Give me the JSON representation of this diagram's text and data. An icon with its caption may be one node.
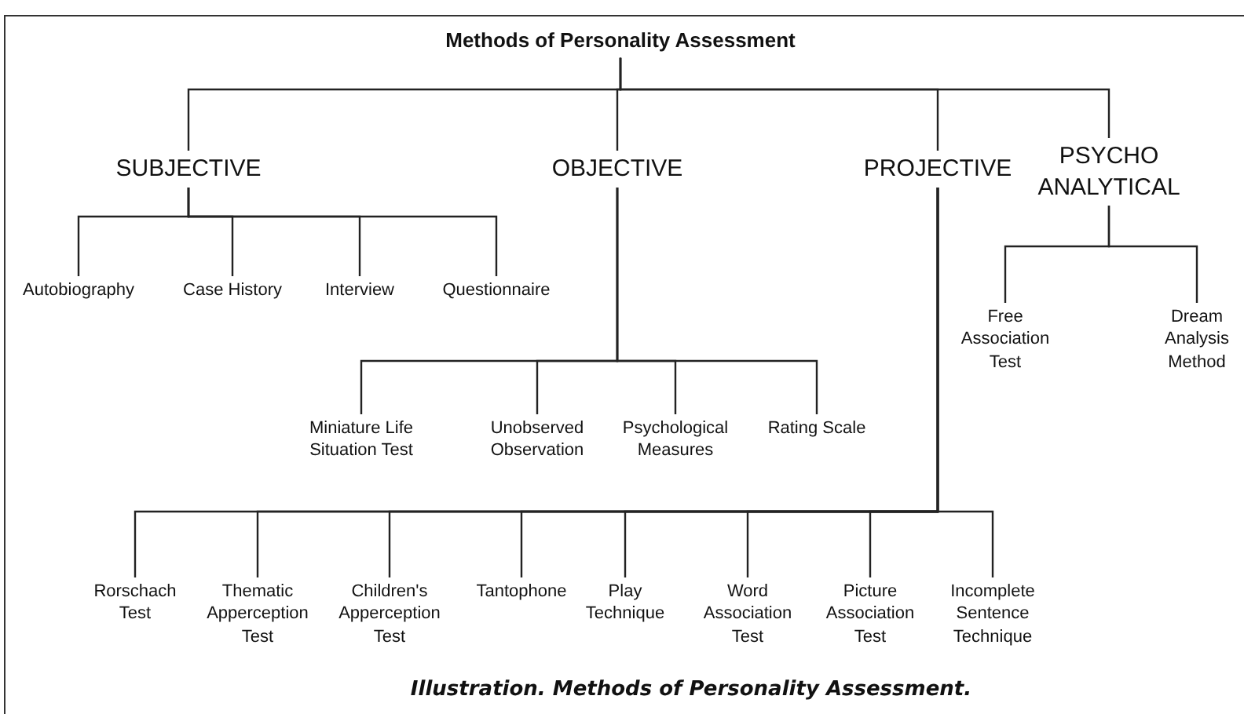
{
  "diagram": {
    "caption": "Illustration. Methods of Personality Assessment.",
    "nodes": [
      {
        "text": [
          "Methods of Personality Assessment"
        ]
      },
      {
        "text": [
          "SUBJECTIVE"
        ]
      },
      {
        "text": [
          "OBJECTIVE"
        ]
      },
      {
        "text": [
          "PROJECTIVE"
        ]
      },
      {
        "text": [
          "PSYCHO ANALYTICAL"
        ]
      },
      {
        "text": [
          "Autobiography"
        ]
      },
      {
        "text": [
          "Case History"
        ]
      },
      {
        "text": [
          "Interview"
        ]
      },
      {
        "text": [
          "Questionnaire"
        ]
      },
      {
        "text": [
          "Free Association Test"
        ]
      },
      {
        "text": [
          "Dream Analysis Method"
        ]
      },
      {
        "text": [
          "Miniature Life Situation Test"
        ]
      },
      {
        "text": [
          "Unobserved Observation"
        ]
      },
      {
        "text": [
          "Psychological Measures"
        ]
      },
      {
        "text": [
          "Rating Scale"
        ]
      },
      {
        "text": [
          "Rorschach Test"
        ]
      },
      {
        "text": [
          "Thematic Apperception Test"
        ]
      },
      {
        "text": [
          "Children's Apperception Test"
        ]
      },
      {
        "text": [
          "Tantophone"
        ]
      },
      {
        "text": [
          "Play Technique"
        ]
      },
      {
        "text": [
          "Word Association Test"
        ]
      },
      {
        "text": [
          "Picture Association Test"
        ]
      },
      {
        "text": [
          "Incomplete Sentence Technique"
        ]
      }
    ],
    "edges": [
      {
        "from": 0,
        "to": 1,
        "arrow": "none"
      },
      {
        "from": 0,
        "to": 2,
        "arrow": "none"
      },
      {
        "from": 0,
        "to": 3,
        "arrow": "none"
      },
      {
        "from": 0,
        "to": 4,
        "arrow": "none"
      },
      {
        "from": 1,
        "to": 5,
        "arrow": "none"
      },
      {
        "from": 1,
        "to": 6,
        "arrow": "none"
      },
      {
        "from": 1,
        "to": 7,
        "arrow": "none"
      },
      {
        "from": 1,
        "to": 8,
        "arrow": "none"
      },
      {
        "from": 4,
        "to": 9,
        "arrow": "none"
      },
      {
        "from": 4,
        "to": 10,
        "arrow": "none"
      },
      {
        "from": 2,
        "to": 11,
        "arrow": "none"
      },
      {
        "from": 2,
        "to": 12,
        "arrow": "none"
      },
      {
        "from": 2,
        "to": 13,
        "arrow": "none"
      },
      {
        "from": 2,
        "to": 14,
        "arrow": "none"
      },
      {
        "from": 3,
        "to": 15,
        "arrow": "none"
      },
      {
        "from": 3,
        "to": 16,
        "arrow": "none"
      },
      {
        "from": 3,
        "to": 17,
        "arrow": "none"
      },
      {
        "from": 3,
        "to": 18,
        "arrow": "none"
      },
      {
        "from": 3,
        "to": 19,
        "arrow": "none"
      },
      {
        "from": 3,
        "to": 20,
        "arrow": "none"
      },
      {
        "from": 3,
        "to": 21,
        "arrow": "none"
      },
      {
        "from": 3,
        "to": 22,
        "arrow": "none"
      }
    ]
  }
}
